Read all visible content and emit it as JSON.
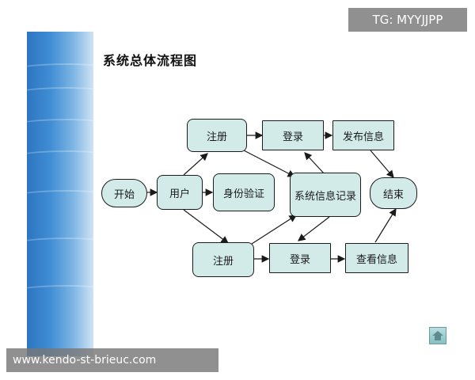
{
  "slide": {
    "title": "系统总体流程图"
  },
  "nodes": {
    "start": "开始",
    "user": "用户",
    "register_top": "注册",
    "login_top": "登录",
    "publish_info": "发布信息",
    "identity_verify": "身份验证",
    "system_record": "系统信息记录",
    "end": "结束",
    "register_bottom": "注册",
    "login_bottom": "登录",
    "view_info": "查看信息"
  },
  "overlays": {
    "top_tag": "TG: MYYJJPP",
    "bottom_tag": "www.kendo-st-brieuc.com"
  },
  "icons": {
    "home": "home-icon"
  },
  "colors": {
    "node_fill": "#d2ebe9",
    "band_blue": "#3f8dd4"
  }
}
